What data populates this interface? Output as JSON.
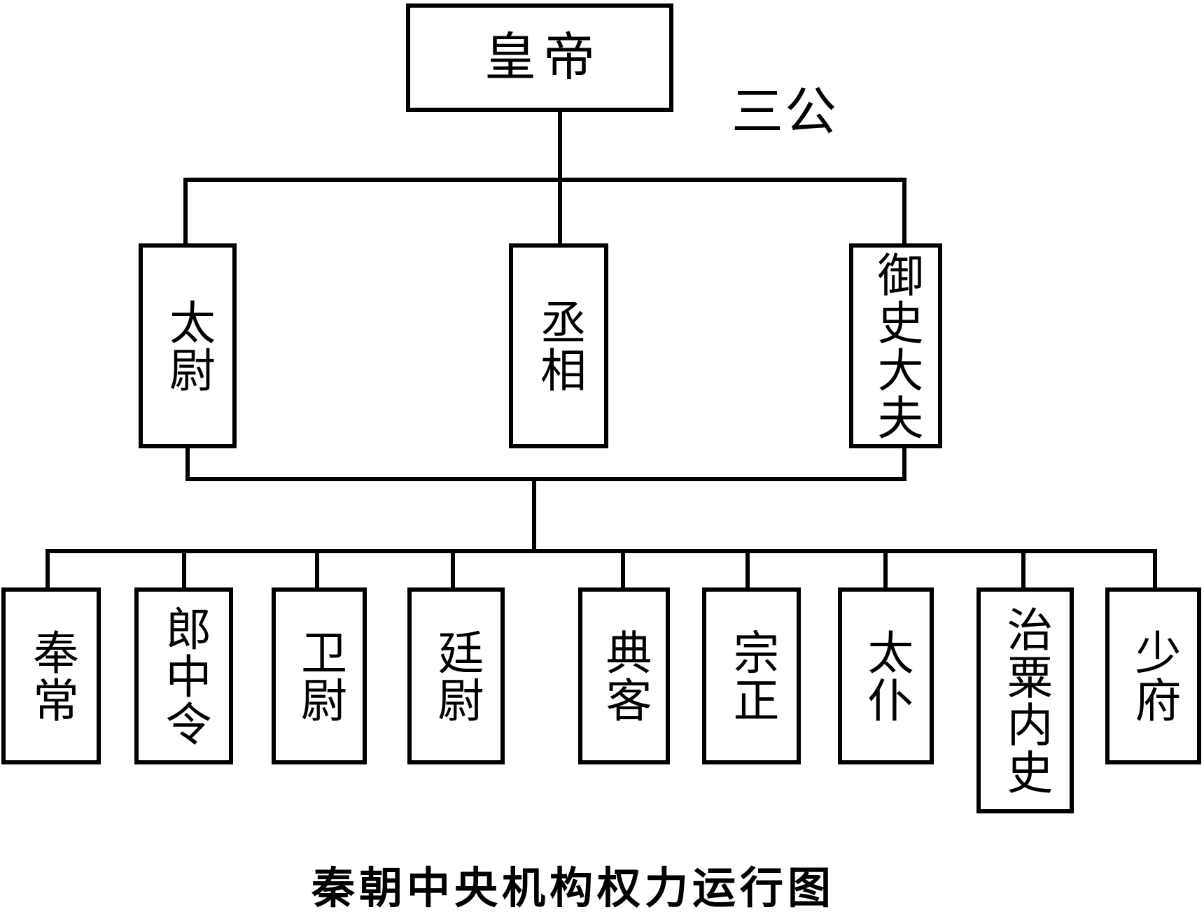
{
  "diagram": {
    "title": "秦朝中央机构权力运行图",
    "root": {
      "label": "皇帝"
    },
    "group_label": "三公",
    "level2": [
      {
        "label": "太尉"
      },
      {
        "label": "丞相"
      },
      {
        "label": "御史大夫"
      }
    ],
    "level3": [
      {
        "label": "奉常"
      },
      {
        "label": "郎中令"
      },
      {
        "label": "卫尉"
      },
      {
        "label": "廷尉"
      },
      {
        "label": "典客"
      },
      {
        "label": "宗正"
      },
      {
        "label": "太仆"
      },
      {
        "label": "治粟内史"
      },
      {
        "label": "少府"
      }
    ],
    "colors": {
      "line": "#000000",
      "background": "#ffffff",
      "text": "#000000"
    }
  }
}
